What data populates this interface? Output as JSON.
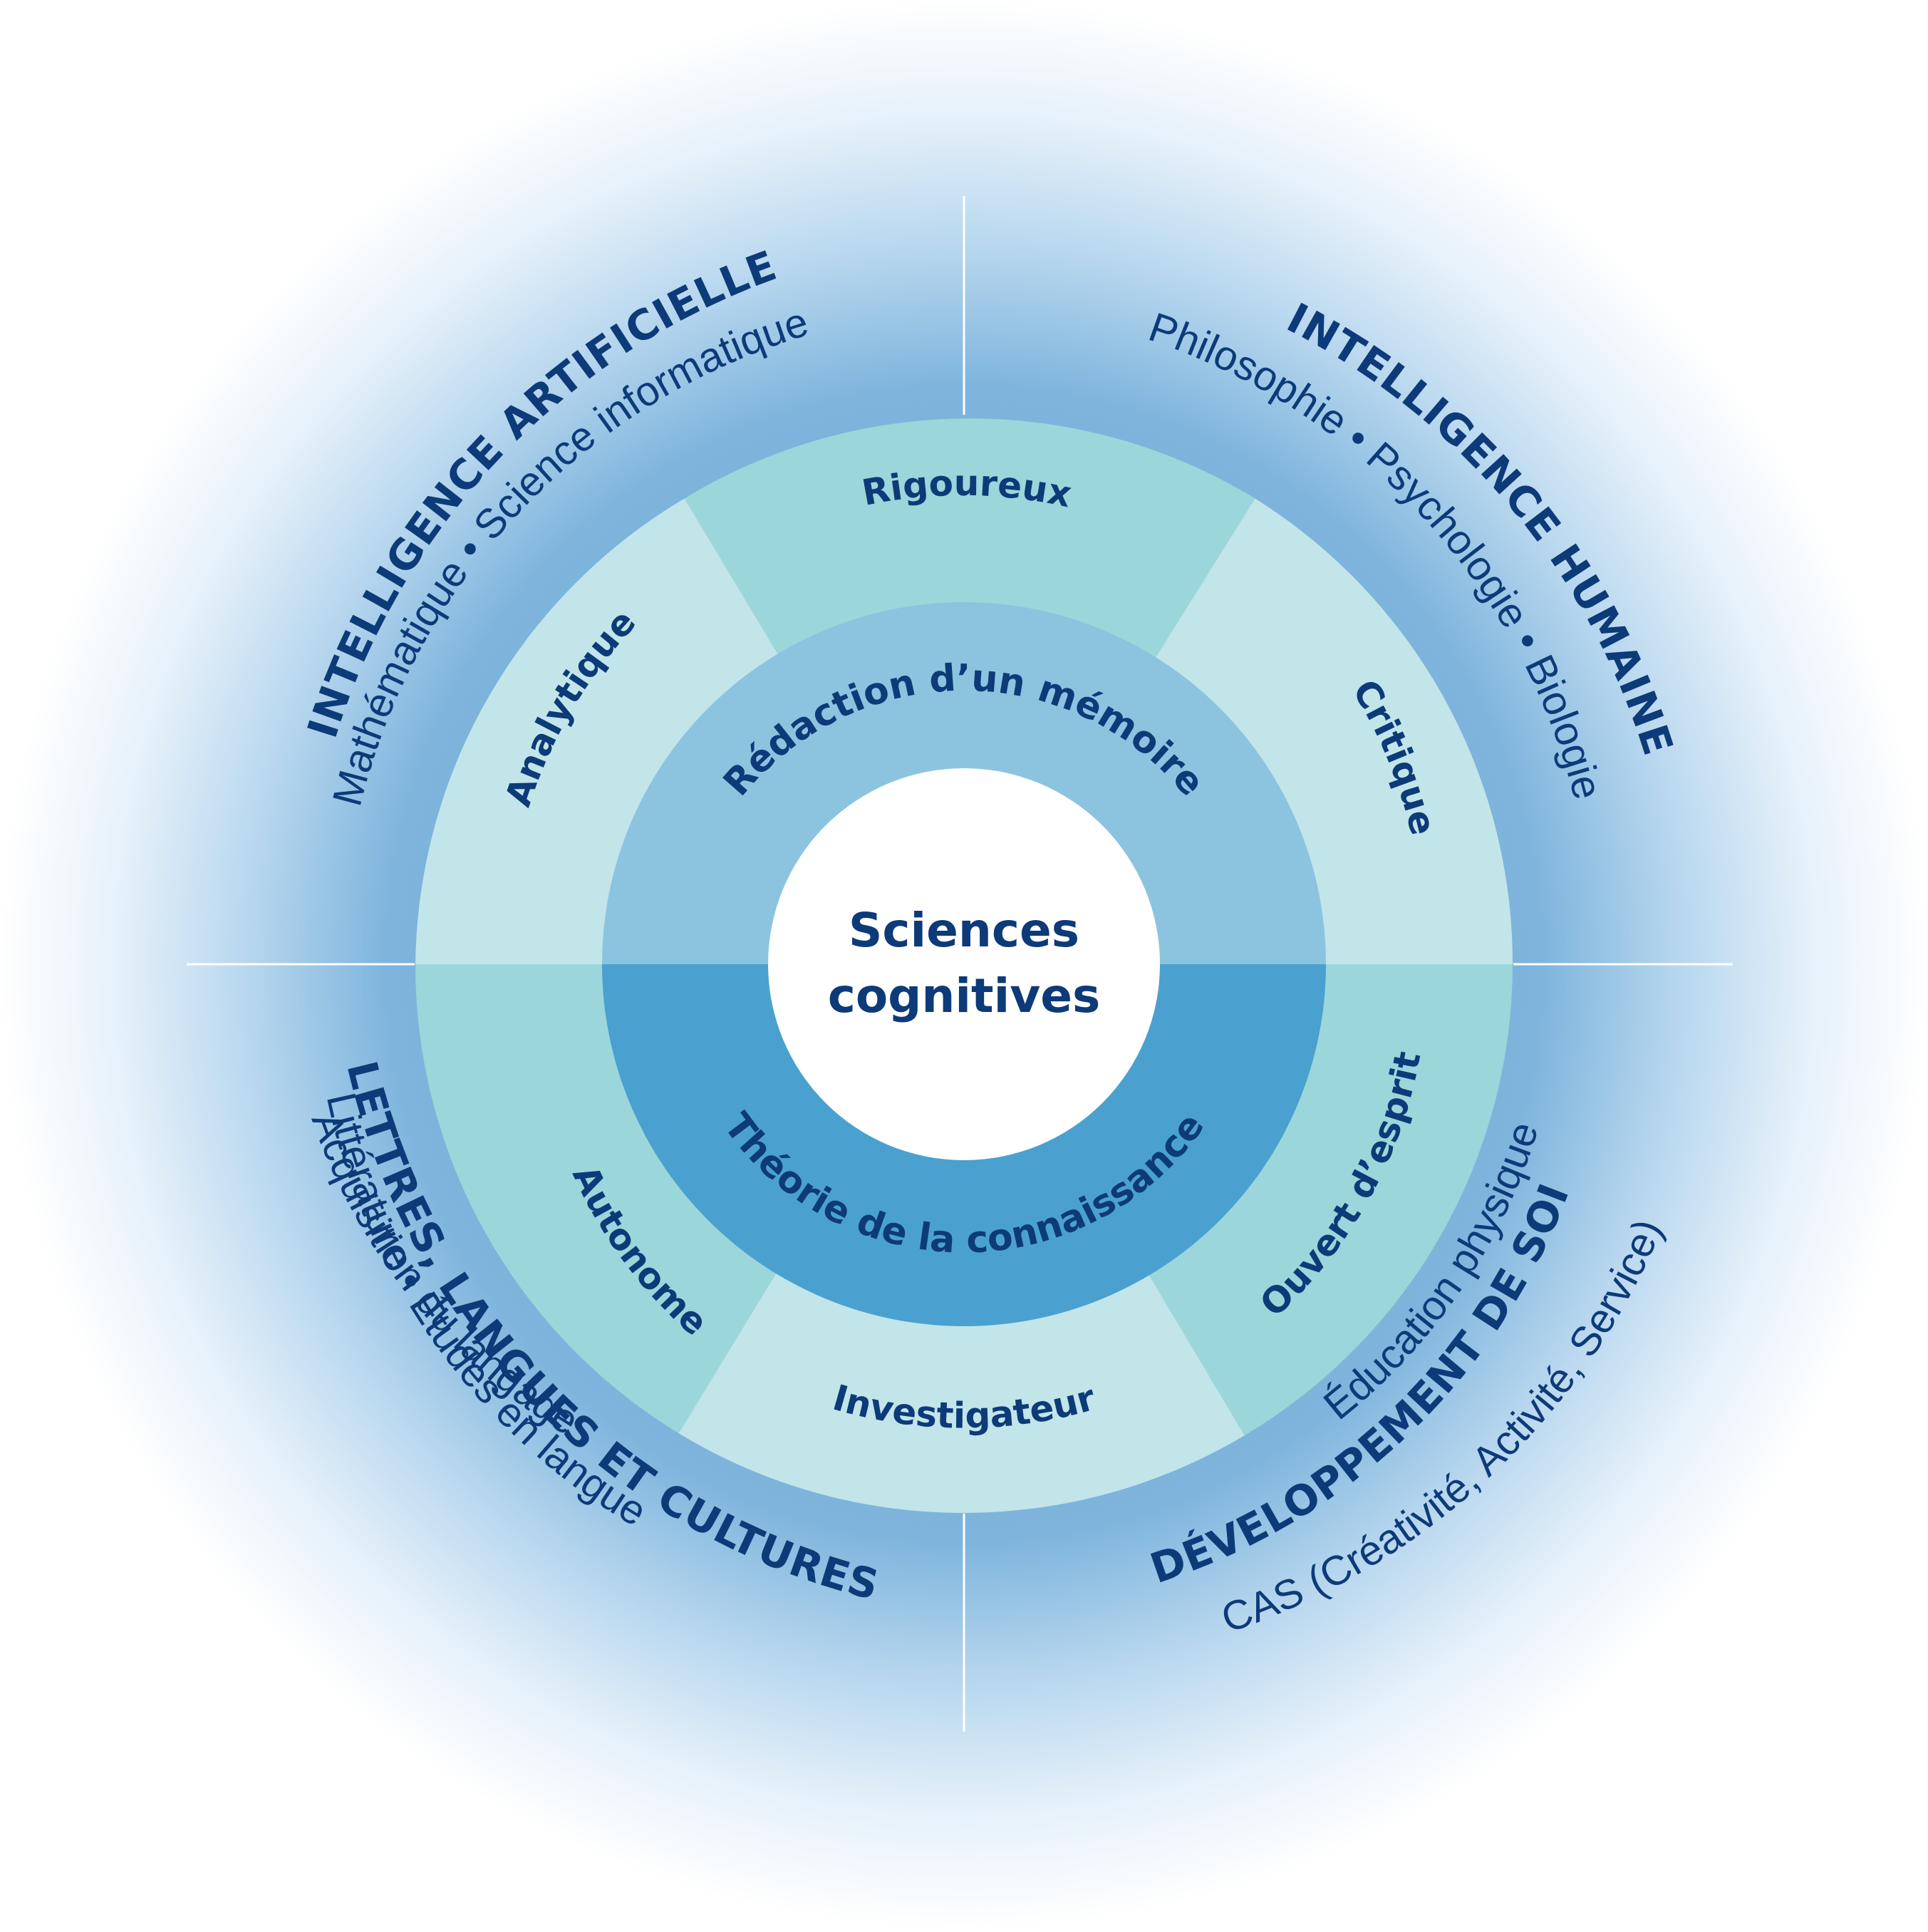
{
  "center": {
    "line1": "Sciences",
    "line2": "cognitives"
  },
  "core": {
    "top": "Rédaction d’un mémoire",
    "bottom": "Théorie de la connaissance"
  },
  "traits": {
    "top": "Rigoureux",
    "upper_left": "Analytique",
    "upper_right": "Critique",
    "lower_left": "Autonome",
    "lower_right": "Ouvert d’esprit",
    "bottom": "Investigateur"
  },
  "quadrants": {
    "top_left": {
      "title": "INTELLIGENCE ARTIFICIELLE",
      "subtitle": "Mathématique • Science informatique"
    },
    "top_right": {
      "title": "INTELLIGENCE HUMAINE",
      "subtitle": "Philosophie • Psychologie • Biologie"
    },
    "bottom_left": {
      "title": "LETTRES, LANGUES ET CULTURES",
      "subtitle": "Littérature • Études en langue",
      "subtitle2": "Acquisition du langage"
    },
    "bottom_right": {
      "title": "DÉVELOPPEMENT DE SOI",
      "subtitle": "Éducation physique",
      "subtitle2": "CAS (Créativité, Activité, Service)"
    }
  },
  "colors": {
    "text_dark": "#0d3a78",
    "outer_glow": "#a9cfe8",
    "trait_light": "#c2e5ea",
    "trait_mid": "#9bd6da",
    "core_top": "#8cc4e0",
    "core_bottom": "#4aa1d0",
    "center_fill": "#ffffff"
  }
}
